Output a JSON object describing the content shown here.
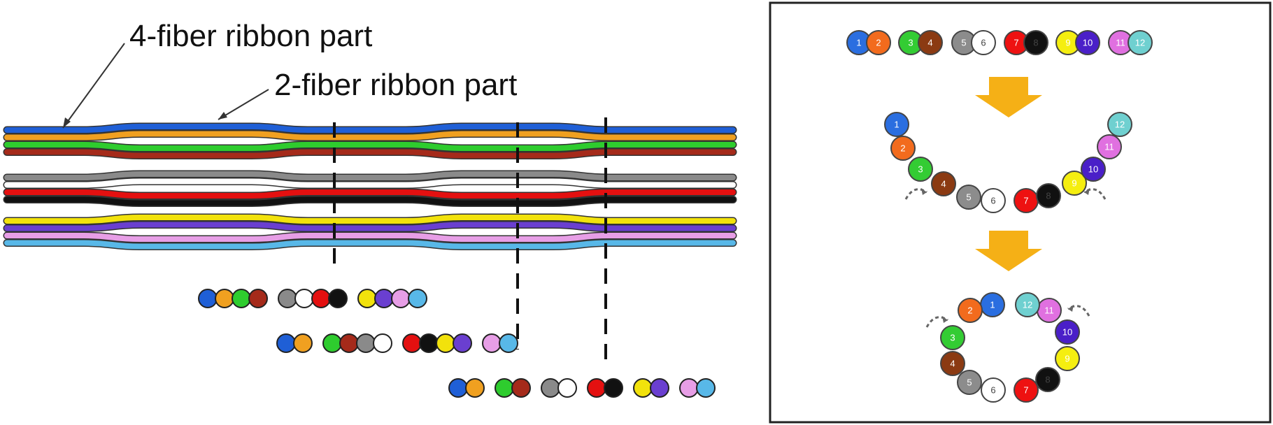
{
  "labels": {
    "four_fiber": "4-fiber ribbon part",
    "two_fiber": "2-fiber ribbon part"
  },
  "fiber_colors": [
    "#1f5fd6",
    "#f0a020",
    "#2ecc2e",
    "#a52a1a",
    "#8a8a8a",
    "#ffffff",
    "#e41010",
    "#111111",
    "#f2e20c",
    "#6a3fd0",
    "#e79ee6",
    "#58b8e8"
  ],
  "panel_fiber_colors": [
    "#2a6ee0",
    "#f26b1d",
    "#33cc33",
    "#8b3a12",
    "#8c8c8c",
    "#ffffff",
    "#ee1111",
    "#111111",
    "#f5ee10",
    "#4a1fc8",
    "#e070e0",
    "#6fd0d0"
  ],
  "fiber_numbers": [
    "1",
    "2",
    "3",
    "4",
    "5",
    "6",
    "7",
    "8",
    "9",
    "10",
    "11",
    "12"
  ],
  "cross_section_groups": [
    [
      [
        1,
        2,
        3,
        4
      ],
      [
        5,
        6,
        7,
        8
      ],
      [
        9,
        10,
        11,
        12
      ]
    ],
    [
      [
        1,
        2
      ],
      [
        3,
        4,
        5,
        6
      ],
      [
        7,
        8,
        9,
        10
      ],
      [
        11,
        12
      ]
    ],
    [
      [
        1,
        2
      ],
      [
        3,
        4
      ],
      [
        5,
        6
      ],
      [
        7,
        8
      ],
      [
        9,
        10
      ],
      [
        11,
        12
      ]
    ]
  ],
  "arrow_color": "#f5b016"
}
